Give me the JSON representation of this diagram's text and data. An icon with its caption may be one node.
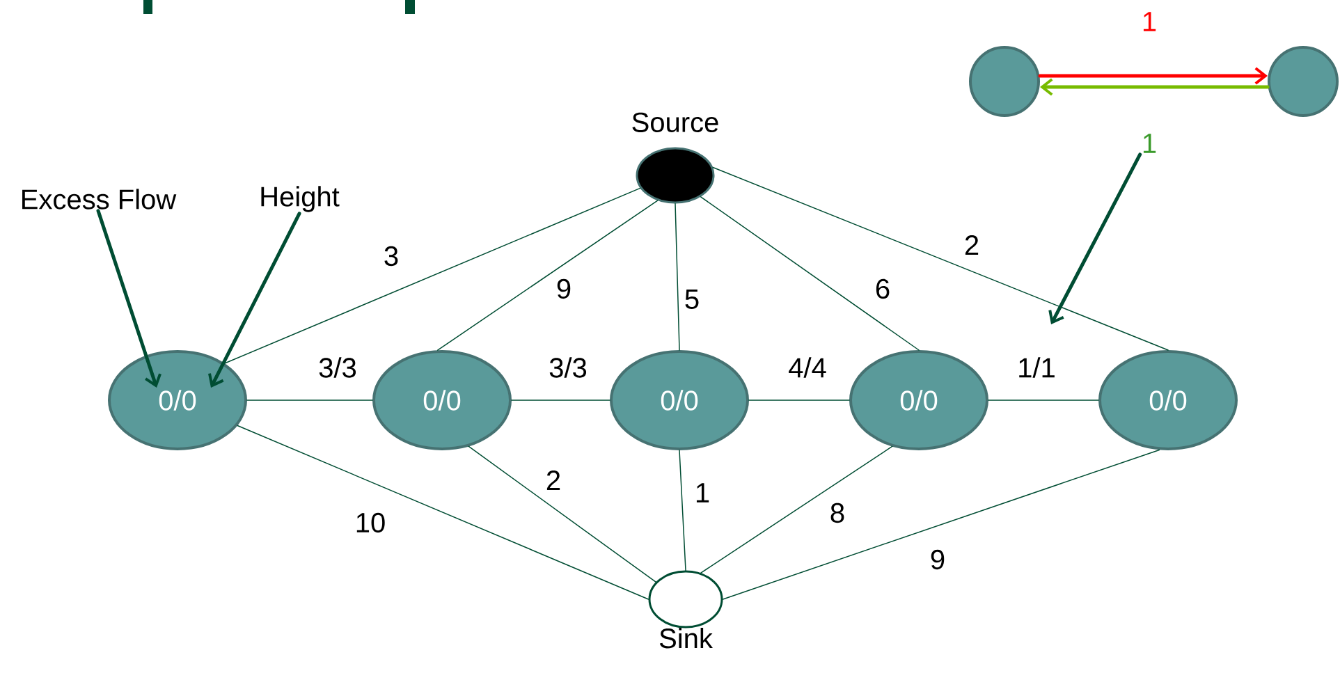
{
  "diagram": {
    "nodes": [
      {
        "text": [],
        "shape": "circle"
      },
      {
        "text": [],
        "shape": "circle"
      },
      {
        "text": [
          "Source"
        ]
      },
      {
        "text": [
          "1"
        ]
      },
      {
        "text": [
          "Excess Flow"
        ]
      },
      {
        "text": [
          "Height"
        ]
      },
      {
        "text": [
          "0/0"
        ]
      },
      {
        "text": [
          "0/0"
        ]
      },
      {
        "text": [
          "0/0"
        ]
      },
      {
        "text": [
          "0/0"
        ]
      },
      {
        "text": [
          "0/0"
        ]
      },
      {
        "text": [
          "Sink"
        ]
      }
    ],
    "edges": [
      {
        "from": 0,
        "to": 1,
        "arrow": "to",
        "label": "1",
        "color": "#ff0000",
        "style": "thick"
      },
      {
        "from": 1,
        "to": 0,
        "arrow": "to",
        "color": "#77bb00",
        "style": "thick"
      },
      {
        "from": 3,
        "to": null,
        "arrow": "to",
        "style": "thick"
      },
      {
        "from": 4,
        "to": 6,
        "arrow": "to",
        "style": "thick"
      },
      {
        "from": 5,
        "to": 6,
        "arrow": "to",
        "style": "thick"
      },
      {
        "from": 2,
        "to": 6,
        "arrow": "none",
        "label": "3"
      },
      {
        "from": 2,
        "to": 7,
        "arrow": "none",
        "label": "9"
      },
      {
        "from": 2,
        "to": 8,
        "arrow": "none",
        "label": "5"
      },
      {
        "from": 2,
        "to": 9,
        "arrow": "none",
        "label": "6"
      },
      {
        "from": 2,
        "to": 10,
        "arrow": "none",
        "label": "2"
      },
      {
        "from": 6,
        "to": 7,
        "arrow": "none",
        "label": "3/3"
      },
      {
        "from": 7,
        "to": 8,
        "arrow": "none",
        "label": "3/3"
      },
      {
        "from": 8,
        "to": 9,
        "arrow": "none",
        "label": "4/4"
      },
      {
        "from": 9,
        "to": 10,
        "arrow": "none",
        "label": "1/1"
      },
      {
        "from": 6,
        "to": 11,
        "arrow": "none",
        "label": "10"
      },
      {
        "from": 7,
        "to": 11,
        "arrow": "none",
        "label": "2"
      },
      {
        "from": 8,
        "to": 11,
        "arrow": "none",
        "label": "1"
      },
      {
        "from": 9,
        "to": 11,
        "arrow": "none",
        "label": "8"
      },
      {
        "from": 10,
        "to": 11,
        "arrow": "none",
        "label": "9"
      }
    ]
  }
}
